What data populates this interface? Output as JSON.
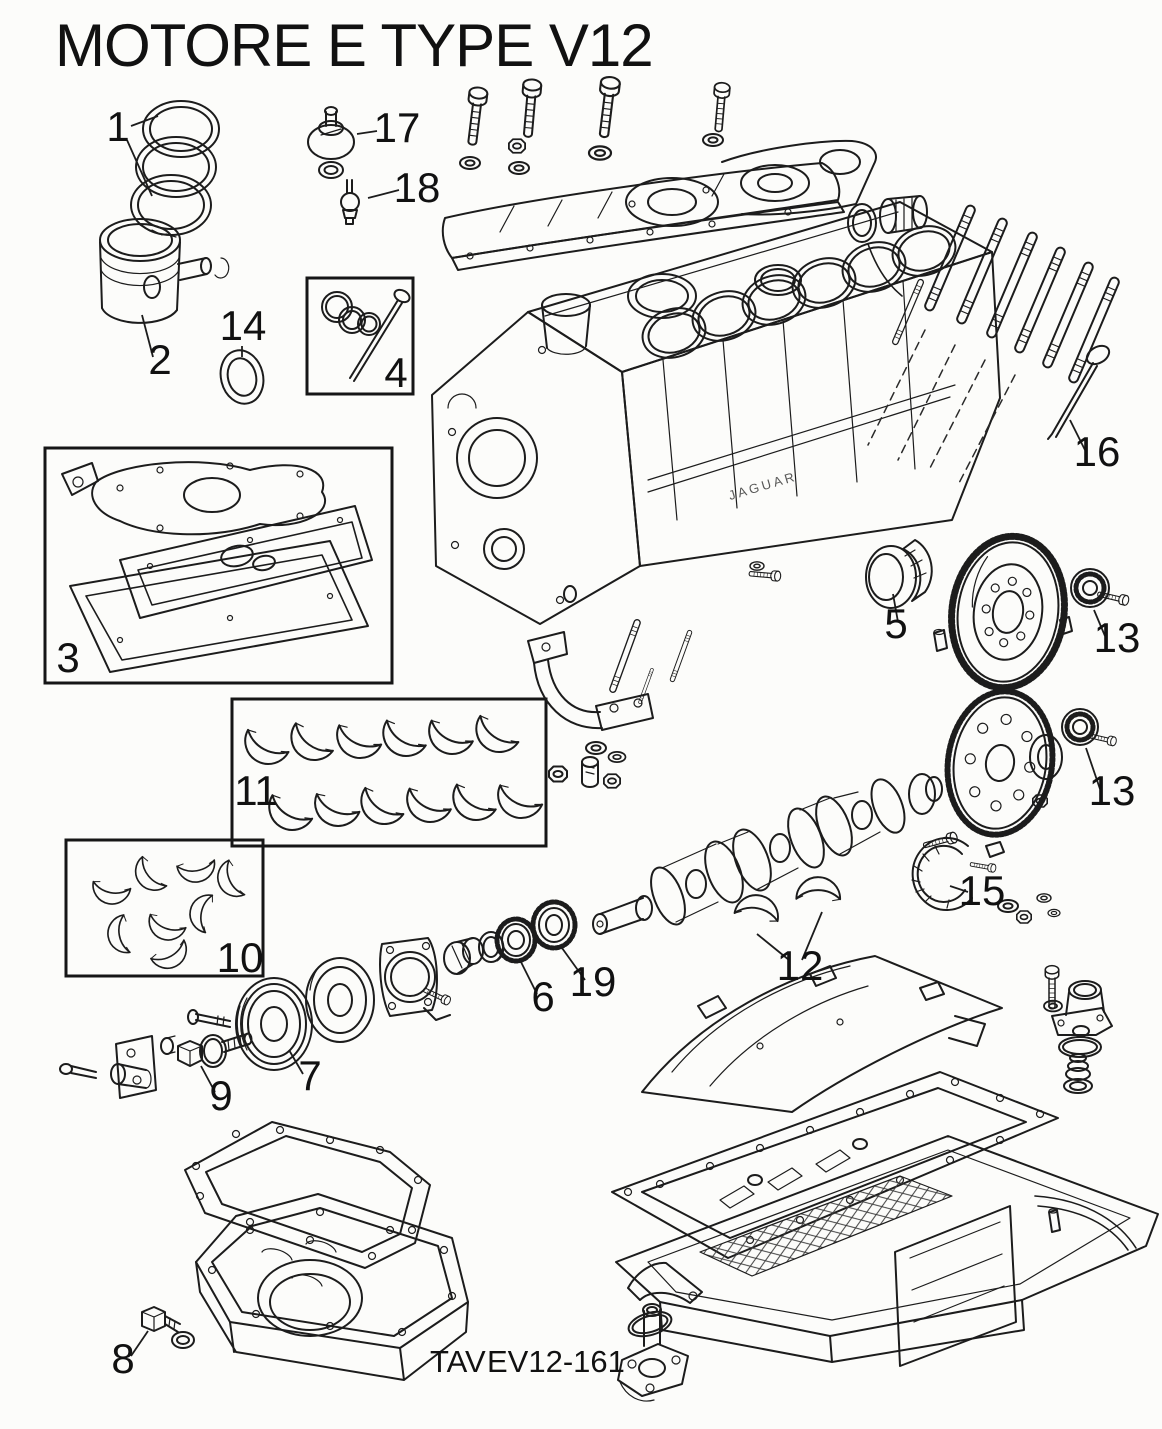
{
  "title": "MOTORE E TYPE V12",
  "plate": {
    "label": "TAV",
    "code": "EV12-161"
  },
  "engine_casting_text": "JAGUAR",
  "colors": {
    "ink": "#1c1c1c",
    "paper": "#fcfcfa"
  },
  "callouts": [
    {
      "id": "piston-rings",
      "label": "1"
    },
    {
      "id": "piston",
      "label": "2"
    },
    {
      "id": "gasket-set",
      "label": "3"
    },
    {
      "id": "seal-and-rod-kit",
      "label": "4"
    },
    {
      "id": "rear-seal-housing",
      "label": "5"
    },
    {
      "id": "crank-sprocket",
      "label": "6"
    },
    {
      "id": "crank-pulley",
      "label": "7"
    },
    {
      "id": "sump-drain-plug",
      "label": "8"
    },
    {
      "id": "pulley-bolt",
      "label": "9"
    },
    {
      "id": "main-bearing-set",
      "label": "10"
    },
    {
      "id": "rod-bearing-set",
      "label": "11"
    },
    {
      "id": "thrust-half-washers",
      "label": "12"
    },
    {
      "id": "flywheel-lock-plate",
      "label": "13"
    },
    {
      "id": "driveplate-lock-plate",
      "label": "13"
    },
    {
      "id": "front-crank-seal",
      "label": "14"
    },
    {
      "id": "thrust-ring",
      "label": "15"
    },
    {
      "id": "oil-dipstick",
      "label": "16"
    },
    {
      "id": "breather-cap",
      "label": "17"
    },
    {
      "id": "oil-pressure-sender",
      "label": "18"
    },
    {
      "id": "timing-gear",
      "label": "19"
    }
  ]
}
